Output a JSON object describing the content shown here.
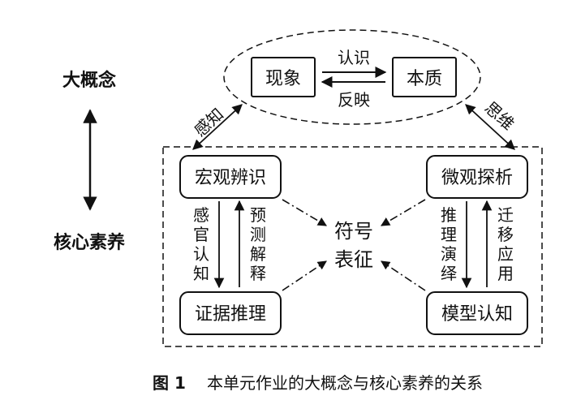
{
  "left_labels": {
    "top": "大概念",
    "bottom": "核心素养"
  },
  "top_group": {
    "left_box": "现象",
    "right_box": "本质",
    "arrow_top_label": "认识",
    "arrow_bottom_label": "反映"
  },
  "side_links": {
    "left": "感知",
    "right": "思维"
  },
  "corners": {
    "top_left": "宏观辨识",
    "top_right": "微观探析",
    "bottom_left": "证据推理",
    "bottom_right": "模型认知"
  },
  "center": {
    "line1": "符号",
    "line2": "表征"
  },
  "left_vertical": {
    "down": "感官认知",
    "up": "预测解释"
  },
  "right_vertical": {
    "down": "推理演绎",
    "up": "迁移应用"
  },
  "caption": {
    "fig": "图 1",
    "text": "本单元作业的大概念与核心素养的关系"
  }
}
